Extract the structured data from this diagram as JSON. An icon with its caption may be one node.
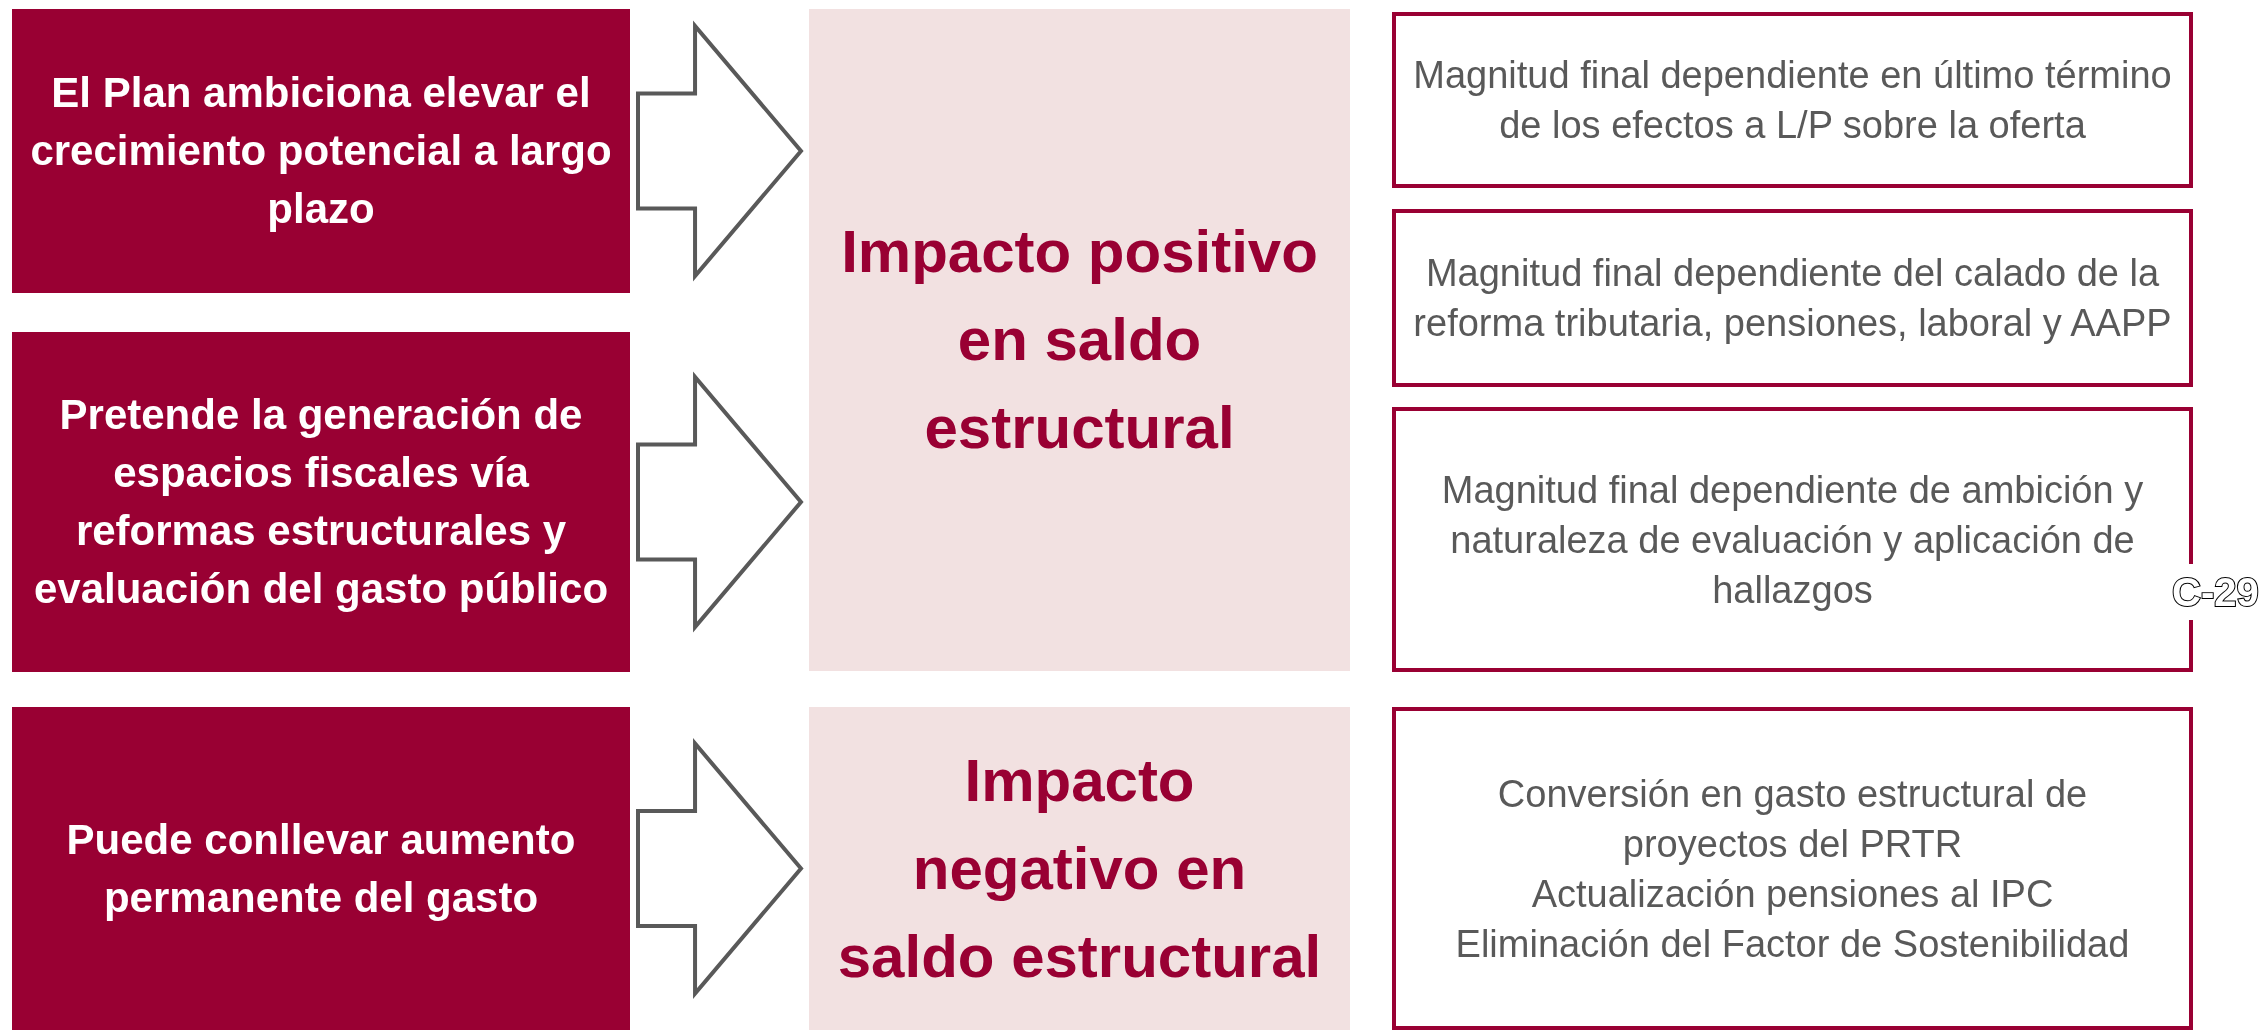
{
  "diagram": {
    "nodes": [
      {
        "text": [
          "El Plan ambiciona elevar el crecimiento potencial a largo plazo"
        ]
      },
      {
        "text": [
          "Pretende la generación de espacios fiscales vía reformas estructurales y evaluación del gasto público"
        ]
      },
      {
        "text": [
          "Puede conllevar aumento permanente del gasto"
        ]
      },
      {
        "text": [
          "Impacto positivo en saldo estructural"
        ]
      },
      {
        "text": [
          "Impacto negativo en saldo estructural"
        ]
      },
      {
        "text": [
          "Magnitud final dependiente en último término de los efectos a L/P sobre la oferta"
        ]
      },
      {
        "text": [
          "Magnitud final dependiente del calado de la reforma tributaria, pensiones, laboral y AAPP"
        ]
      },
      {
        "text": [
          "Magnitud final dependiente de ambición y naturaleza de evaluación y aplicación de hallazgos"
        ]
      },
      {
        "text": [
          "Conversión en gasto estructural de proyectos del PRTR",
          "Actualización pensiones al IPC",
          "Eliminación del Factor de Sostenibilidad"
        ]
      }
    ],
    "edges": [
      {
        "from": 0,
        "to": 3,
        "arrow": "to"
      },
      {
        "from": 1,
        "to": 3,
        "arrow": "to"
      },
      {
        "from": 2,
        "to": 4,
        "arrow": "to"
      }
    ],
    "labels": [
      "C-29"
    ]
  }
}
